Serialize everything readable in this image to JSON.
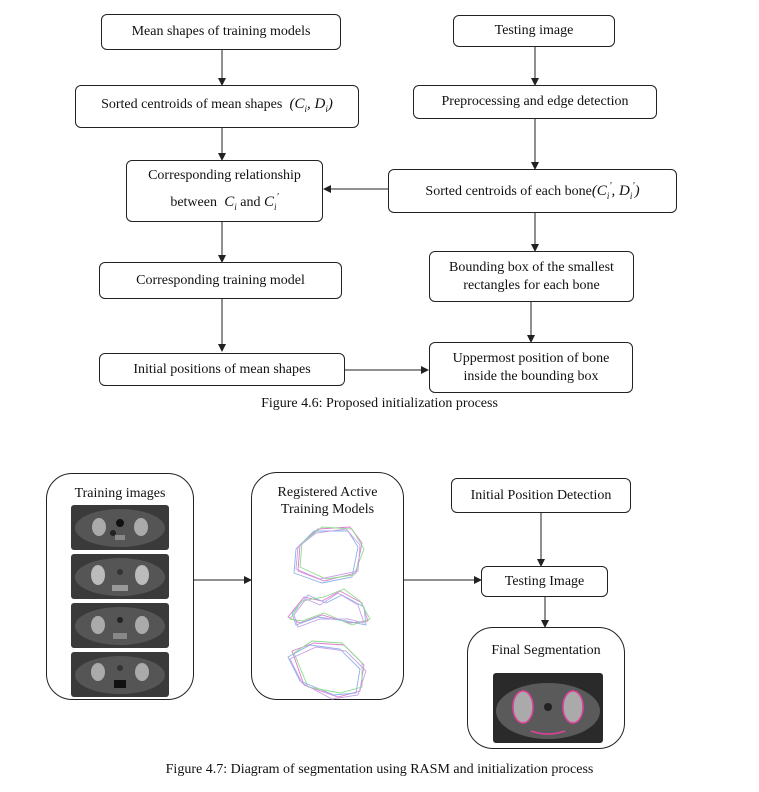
{
  "figure1": {
    "caption": "Figure 4.6: Proposed initialization process",
    "mean_shapes": "Mean shapes of training models",
    "testing_image": "Testing image",
    "sorted_centroids_prefix": "Sorted centroids of mean shapes",
    "sorted_centroids_math": "(C",
    "preprocessing": "Preprocessing and edge detection",
    "corr_rel_line1": "Corresponding relationship",
    "corr_rel_between": "between",
    "corr_rel_and": "and",
    "sorted_bone_prefix": "Sorted centroids of each bone",
    "corr_training_model": "Corresponding training model",
    "bounding_box_line1": "Bounding box of the smallest",
    "bounding_box_line2": "rectangles for each bone",
    "initial_positions": "Initial positions of mean shapes",
    "uppermost_line1": "Uppermost position of bone",
    "uppermost_line2": "inside the bounding box"
  },
  "figure2": {
    "caption": "Figure 4.7: Diagram of segmentation using RASM and initialization process",
    "training_images": "Training images",
    "registered_line1": "Registered Active",
    "registered_line2": "Training Models",
    "initial_position_detection": "Initial Position Detection",
    "testing_image": "Testing Image",
    "final_segmentation": "Final Segmentation"
  },
  "colors": {
    "line": "#222222",
    "ct_bg": "#3a3a3a",
    "seg_overlay": "#e0409a"
  }
}
